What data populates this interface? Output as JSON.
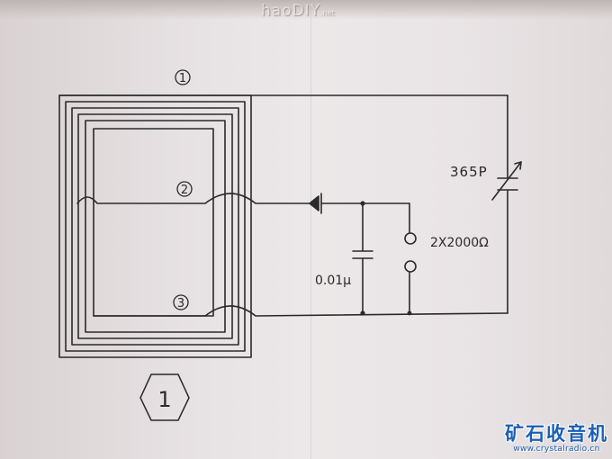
{
  "watermark": {
    "main": "haoDIY",
    "suffix": ".net"
  },
  "labels": {
    "terminal_1": "1",
    "terminal_2": "2",
    "terminal_3": "3",
    "capacitor_variable": "365P",
    "capacitor_fixed": "0.01μ",
    "headphones": "2X2000Ω",
    "figure_number": "1"
  },
  "brand": {
    "name": "矿石收音机",
    "url": "www.crystalradio.cn"
  },
  "colors": {
    "ink": "#2a2a2a",
    "brand": "#1a5fb4"
  }
}
